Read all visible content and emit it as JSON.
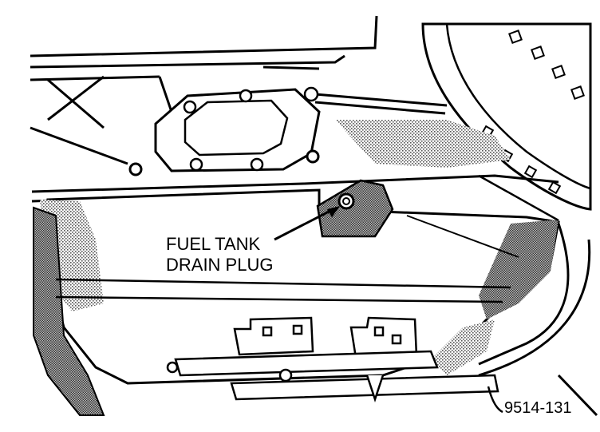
{
  "callout": {
    "line1": "FUEL TANK",
    "line2": "DRAIN PLUG"
  },
  "figure_number": "9514-131",
  "colors": {
    "ink": "#000000",
    "paper": "#ffffff",
    "shade": "#9a9a9a"
  }
}
